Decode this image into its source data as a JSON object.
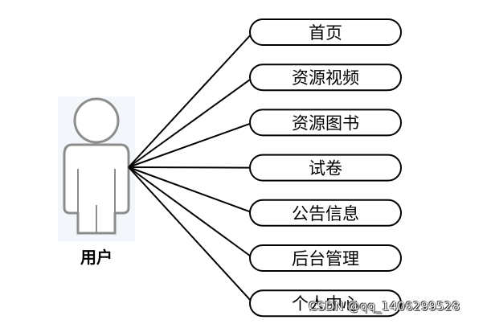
{
  "actor": {
    "label": "用户"
  },
  "use_cases": [
    {
      "label": "首页"
    },
    {
      "label": "资源视频"
    },
    {
      "label": "资源图书"
    },
    {
      "label": "试卷"
    },
    {
      "label": "公告信息"
    },
    {
      "label": "后台管理"
    },
    {
      "label": "个人中心"
    }
  ],
  "watermark": "CSDN @qq_1406299528",
  "colors": {
    "stroke": "#000000",
    "actor_outline": "#8c8c8c",
    "actor_fill": "#ffffff",
    "actor_glow": "#dfe9f5"
  }
}
